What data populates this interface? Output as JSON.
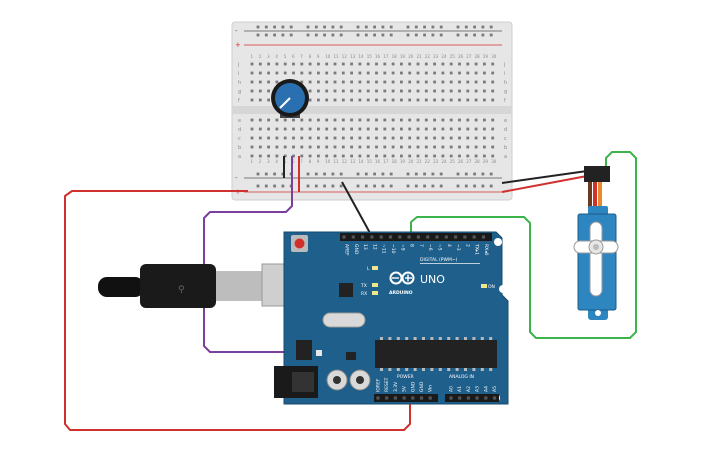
{
  "breadboard": {
    "plus_sign": "+",
    "minus_sign": "-",
    "rows_top": [
      "j",
      "i",
      "h",
      "g",
      "f"
    ],
    "rows_bottom": [
      "e",
      "d",
      "c",
      "b",
      "a"
    ],
    "column_labels": [
      "1",
      "2",
      "3",
      "4",
      "5",
      "6",
      "7",
      "8",
      "9",
      "10",
      "11",
      "12",
      "13",
      "14",
      "15",
      "16",
      "17",
      "18",
      "19",
      "20",
      "21",
      "22",
      "23",
      "24",
      "25",
      "26",
      "27",
      "28",
      "29",
      "30"
    ]
  },
  "arduino": {
    "brand": "ARDUINO",
    "model": "UNO",
    "digital_label": "DIGITAL (PWM~)",
    "analog_label": "ANALOG IN",
    "power_label": "POWER",
    "on_label": "ON",
    "tx_label": "TX",
    "rx_label": "RX",
    "l_label": "L",
    "digital_pins": [
      "AREF",
      "GND",
      "13",
      "12",
      "~11",
      "~10",
      "~9",
      "8",
      "7",
      "~6",
      "~5",
      "4",
      "~3",
      "2",
      "TX▸1",
      "RX◂0"
    ],
    "power_pins": [
      "IOREF",
      "RESET",
      "3.3V",
      "5V",
      "GND",
      "GND",
      "Vin"
    ],
    "analog_pins": [
      "A0",
      "A1",
      "A2",
      "A3",
      "A4",
      "A5"
    ]
  },
  "colors": {
    "board_blue": "#1f5f8b",
    "wire_red": "#d0312d",
    "wire_black": "#222222",
    "wire_green": "#3cb44b",
    "wire_purple": "#7b3f9e",
    "servo_blue": "#2e86c1",
    "pot_blue": "#2a6fb0"
  }
}
